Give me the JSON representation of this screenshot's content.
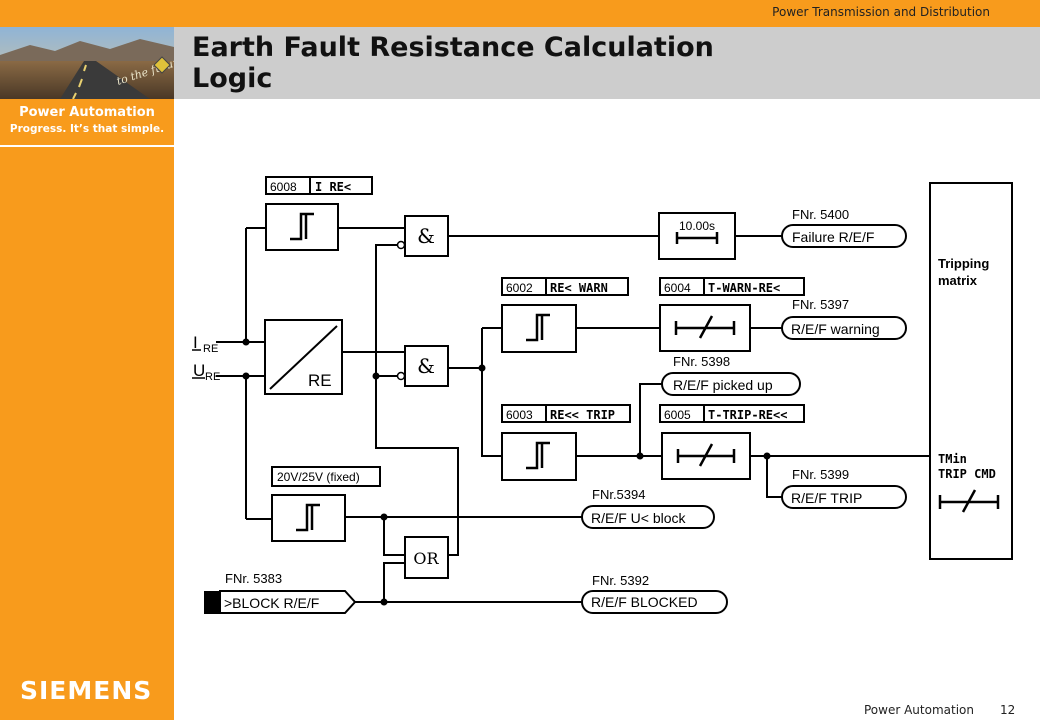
{
  "header": {
    "division": "Power Transmission and Distribution",
    "title_line1": "Earth Fault Resistance Calculation",
    "title_line2": "Logic"
  },
  "sidebar": {
    "brand_title": "Power Automation",
    "brand_subtitle": "Progress. It’s that simple.",
    "logo": "SIEMENS",
    "photo_sign_text": "to the future"
  },
  "footer": {
    "section": "Power Automation",
    "page_number": "12"
  },
  "diagram": {
    "inputs": {
      "i_re_main": "I",
      "i_re_sub": "RE",
      "u_re_main": "U",
      "u_re_sub": "RE"
    },
    "params": {
      "p6008_code": "6008",
      "p6008_name": "I RE<",
      "p6002_code": "6002",
      "p6002_name": "RE< WARN",
      "p6003_code": "6003",
      "p6003_name": "RE<< TRIP",
      "p6004_code": "6004",
      "p6004_name": "T-WARN-RE<",
      "p6005_code": "6005",
      "p6005_name": "T-TRIP-RE<<",
      "fixed_voltage": "20V/25V (fixed)"
    },
    "blocks": {
      "and_symbol": "&",
      "or_label": "OR",
      "calc_label": "RE",
      "timer_value": "10.00s"
    },
    "outputs": {
      "fnr_5400": "FNr. 5400",
      "failure": "Failure R/E/F",
      "fnr_5397": "FNr. 5397",
      "warning": "R/E/F warning",
      "fnr_5398": "FNr. 5398",
      "picked_up": "R/E/F picked up",
      "fnr_5399": "FNr. 5399",
      "trip": "R/E/F TRIP",
      "fnr_5394": "FNr.5394",
      "u_block": "R/E/F U< block",
      "fnr_5392": "FNr. 5392",
      "blocked": "R/E/F BLOCKED"
    },
    "block_input": {
      "fnr_5383": "FNr. 5383",
      "label": ">BLOCK R/E/F"
    },
    "tripping_matrix": {
      "line1": "Tripping",
      "line2": "matrix",
      "cmd_line1": "TMin",
      "cmd_line2": "TRIP CMD"
    }
  }
}
